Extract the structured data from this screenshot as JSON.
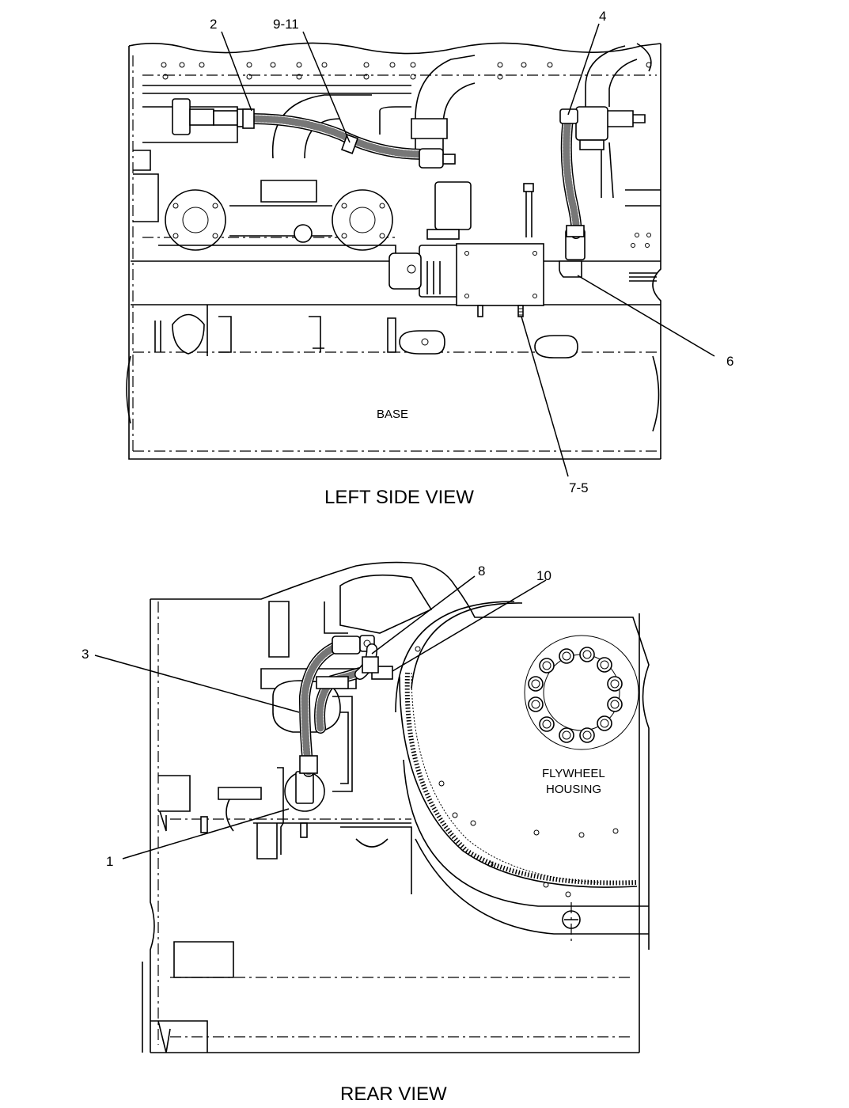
{
  "left_view": {
    "title": "LEFT SIDE VIEW",
    "base_label": "BASE",
    "callouts": {
      "c2": "2",
      "c9_11": "9-11",
      "c4": "4",
      "c6": "6",
      "c7_5": "7-5"
    }
  },
  "rear_view": {
    "title": "REAR VIEW",
    "housing_label_1": "FLYWHEEL",
    "housing_label_2": "HOUSING",
    "callouts": {
      "c8": "8",
      "c10": "10",
      "c3": "3",
      "c1": "1"
    }
  }
}
